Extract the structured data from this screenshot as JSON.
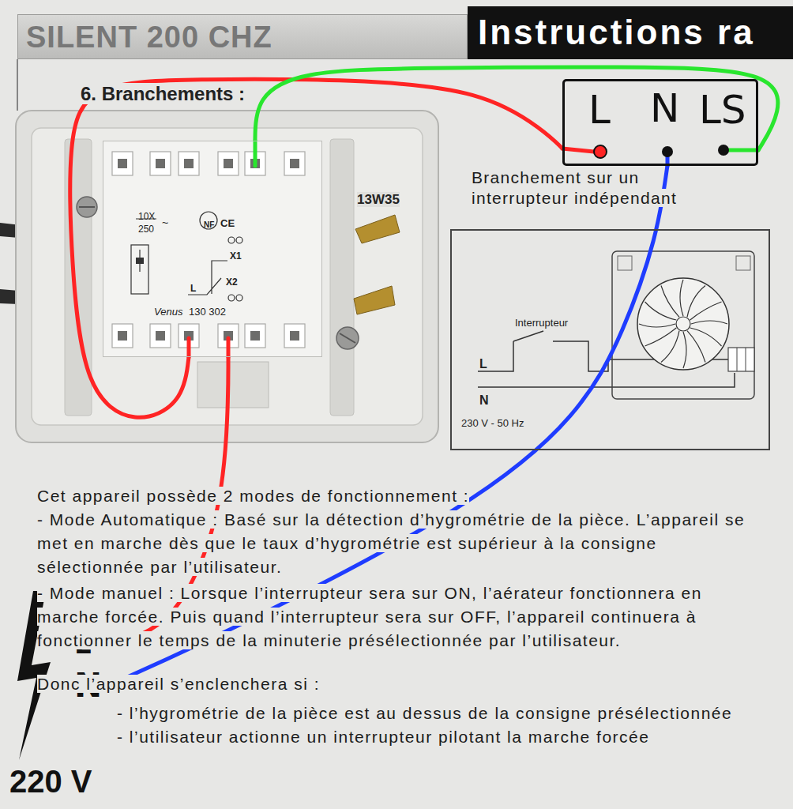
{
  "diagram": {
    "nodes": [
      {
        "text": [
          "SILENT 200 CHZ"
        ]
      },
      {
        "text": [
          "Instructions ra"
        ]
      },
      {
        "text": [
          "10X",
          "250",
          "~",
          "NF",
          "CE",
          "X1",
          "L",
          "X2",
          "Venus",
          "130 302"
        ]
      },
      {
        "text": [
          "L",
          "N",
          "LS"
        ]
      },
      {
        "text": [
          "Interrupteur",
          "L",
          "N",
          "230 V - 50 Hz"
        ]
      },
      {
        "text": [
          "L",
          "N",
          "220 V"
        ]
      }
    ],
    "edges": [
      {
        "from": 5,
        "to": 2,
        "arrow": "none"
      },
      {
        "from": 2,
        "to": 3,
        "arrow": "none"
      },
      {
        "from": 2,
        "to": 3,
        "arrow": "none"
      },
      {
        "from": 5,
        "to": 3,
        "arrow": "none"
      }
    ],
    "labels": [
      "6. Branchements :",
      "13W35",
      "Branchement sur un interrupteur indépendant",
      "Cet appareil possède 2 modes de fonctionnement :",
      "- Mode Automatique : Basé sur la détection d’hygrométrie de la pièce. L’appareil se met en marche dès que le taux d’hygrométrie est supérieur à la consigne sélectionnée par l’utilisateur.",
      "- Mode manuel : Lorsque l’interrupteur sera sur ON, l’aérateur fonctionnera en marche forcée. Puis quand l’interrupteur sera sur OFF, l’appareil continuera à fonctionner le temps de la minuterie présélectionnée par l’utilisateur.",
      "Donc l’appareil s’enclenchera si :",
      "- l’hygrométrie de la pièce est au dessus de la consigne présélectionnée",
      "- l’utilisateur actionne un interrupteur pilotant la marche forcée"
    ]
  }
}
